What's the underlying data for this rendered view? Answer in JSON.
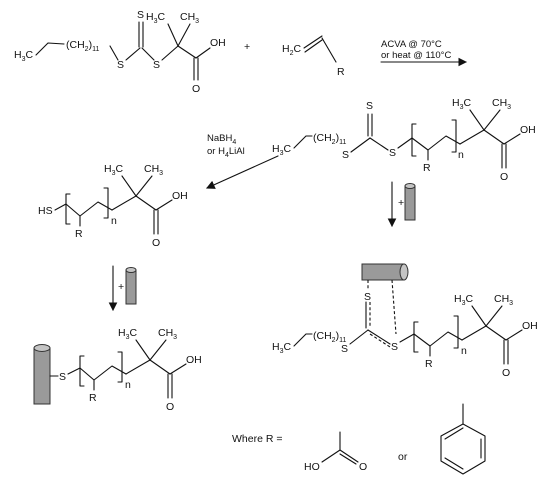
{
  "labels": {
    "h3c": "H",
    "c_sub": "3",
    "c": "C",
    "ch2": "(CH",
    "two": "2",
    "close_paren": ")",
    "eleven": "11",
    "s": "S",
    "o": "O",
    "oh": "OH",
    "ho": "HO",
    "h3": "H",
    "three": "3",
    "ch3": "CH",
    "r": "R",
    "n": "n",
    "hs": "HS",
    "h2c": "H",
    "h2_sub": "2",
    "plus": "+"
  },
  "conditions": {
    "step1_line1": "ACVA @ 70°C",
    "step1_line2": "or heat @ 110°C",
    "reduce_line1": "NaBH",
    "reduce_sub": "4",
    "reduce_line2": "or H",
    "reduce_line2_sub": "4",
    "reduce_line2_end": "LiAl"
  },
  "legend": {
    "where_r": "Where R =",
    "or": "or"
  },
  "colors": {
    "bond": "#111111",
    "support": "#9a9a9a",
    "support_cap": "#c4c4c4"
  }
}
